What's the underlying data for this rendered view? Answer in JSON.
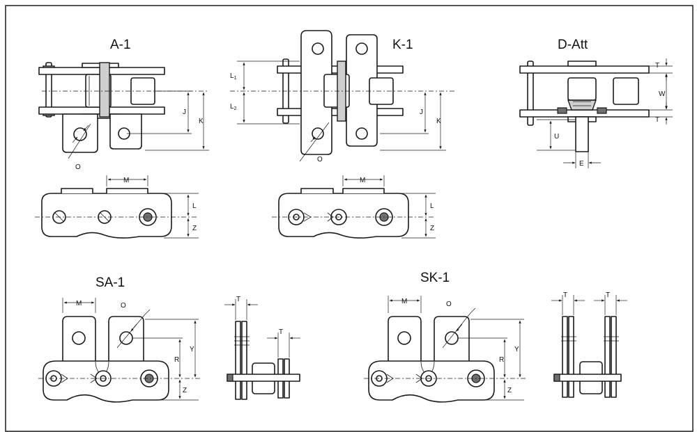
{
  "titles": {
    "a1": "A-1",
    "k1": "K-1",
    "datt": "D-Att",
    "sa1": "SA-1",
    "sk1": "SK-1"
  },
  "dimension_labels": {
    "o": "O",
    "j": "J",
    "k": "K",
    "l1": "L",
    "l1_sub": "1",
    "l2": "L",
    "l2_sub": "2",
    "t": "T",
    "w": "W",
    "u": "U",
    "e": "E",
    "m": "M",
    "l": "L",
    "z": "Z",
    "y": "Y",
    "r": "R"
  }
}
